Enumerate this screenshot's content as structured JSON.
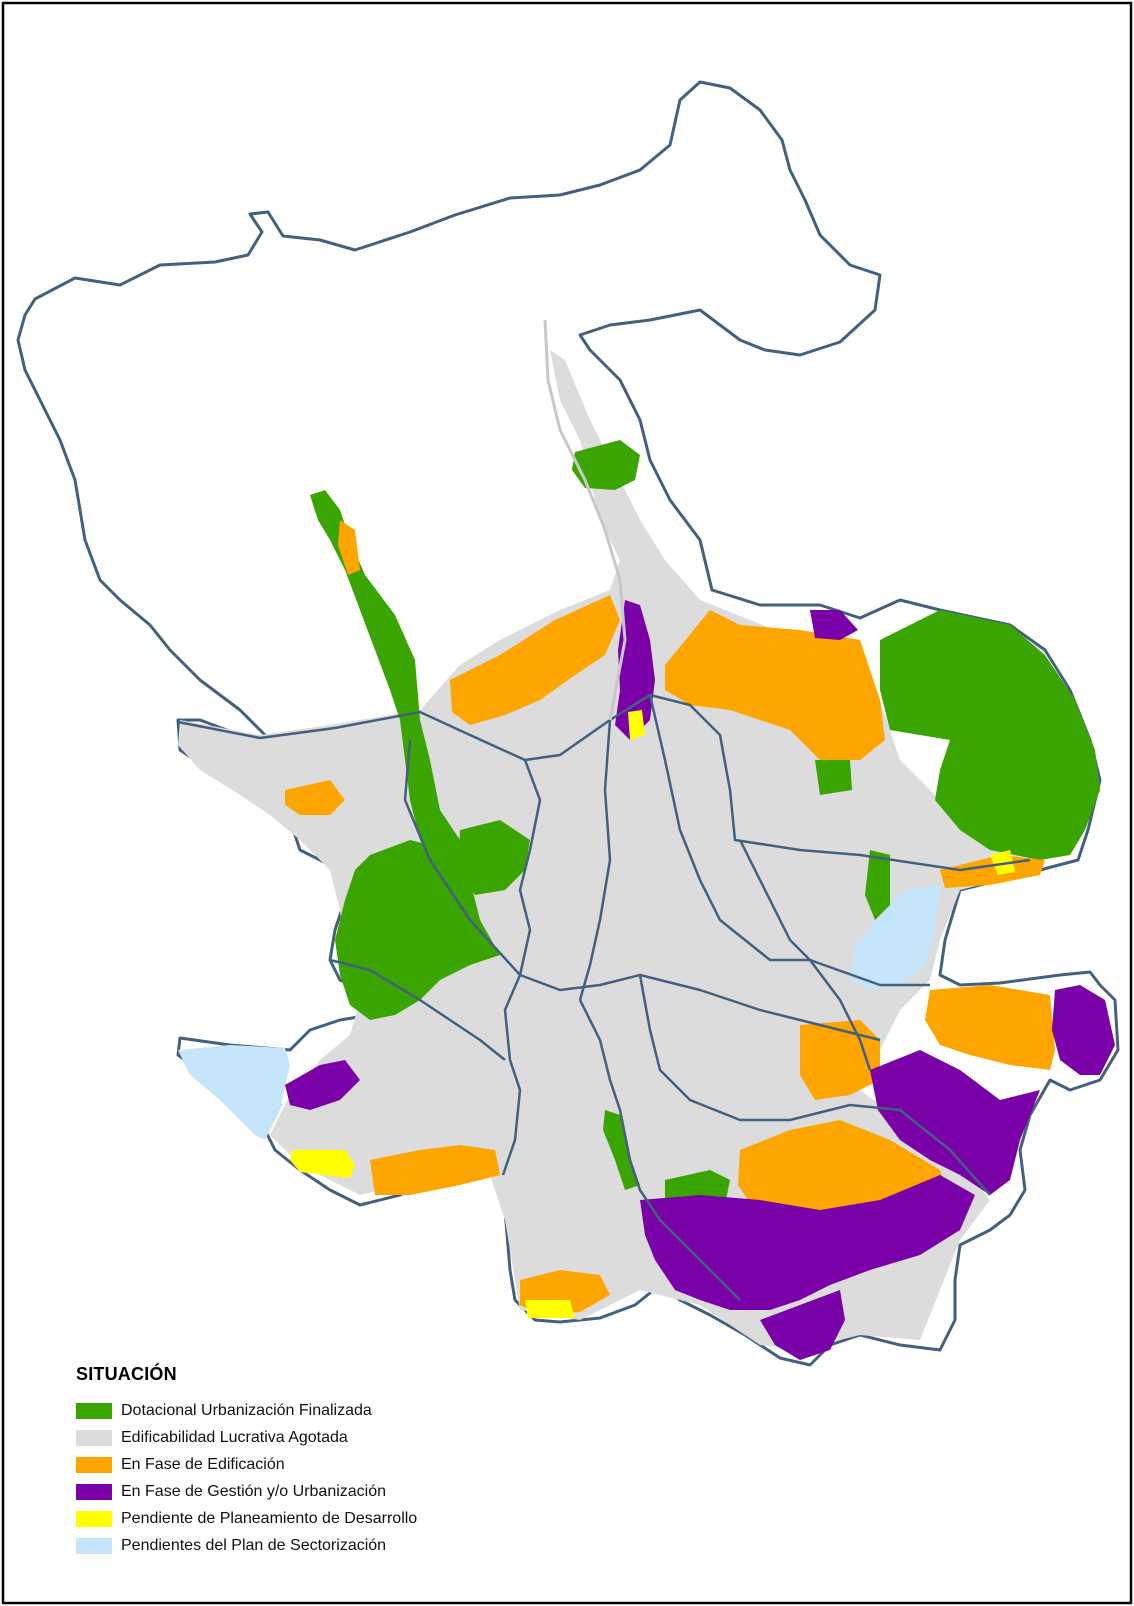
{
  "legend": {
    "title": "SITUACIÓN",
    "items": [
      {
        "label": "Dotacional Urbanización Finalizada",
        "color": "#3aa500"
      },
      {
        "label": "Edificabilidad Lucrativa Agotada",
        "color": "#dcdcdc"
      },
      {
        "label": "En Fase de Edificación",
        "color": "#ffa500"
      },
      {
        "label": "En Fase de Gestión y/o Urbanización",
        "color": "#7a00a8"
      },
      {
        "label": "Pendiente de Planeamiento de Desarrollo",
        "color": "#ffff00"
      },
      {
        "label": "Pendientes del Plan de Sectorización",
        "color": "#c5e6fa"
      }
    ]
  },
  "colors": {
    "boundary": "#43607e",
    "frame": "#000000",
    "background": "#ffffff"
  }
}
